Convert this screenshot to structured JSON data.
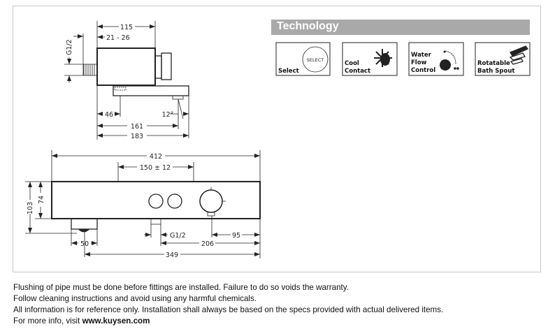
{
  "technology": {
    "title": "Technology",
    "features": [
      {
        "label_lines": [
          "Select"
        ],
        "icon": "select-circle-icon",
        "icon_text": "SELECT"
      },
      {
        "label_lines": [
          "Cool",
          "Contact"
        ],
        "icon": "snowflake-hand-icon"
      },
      {
        "label_lines": [
          "Water",
          "Flow",
          "Control"
        ],
        "icon": "water-drop-flow-icon"
      },
      {
        "label_lines": [
          "Rotatable",
          "Bath Spout"
        ],
        "icon": "rotatable-spout-icon"
      }
    ]
  },
  "drawing": {
    "side_view": {
      "d115": "115",
      "d21_26": "21 - 26",
      "thread": "G1/2",
      "d46": "46",
      "angle": "12°",
      "d161": "161",
      "d183": "183"
    },
    "front_view": {
      "d412": "412",
      "d150": "150 ± 12",
      "d103": "103",
      "d74": "74",
      "thread": "G1/2",
      "d95": "95",
      "d206": "206",
      "d50": "50",
      "d349": "349"
    }
  },
  "notes": {
    "line1": "Flushing of pipe must be done before fittings are installed. Failure to do so voids the warranty.",
    "line2": "Follow cleaning instructions and avoid using any harmful chemicals.",
    "line3": "All information is for reference only. Installation shall always be based on the specs provided with actual delivered items.",
    "line4_prefix": "For more info, visit ",
    "line4_link": "www.kuysen.com"
  }
}
